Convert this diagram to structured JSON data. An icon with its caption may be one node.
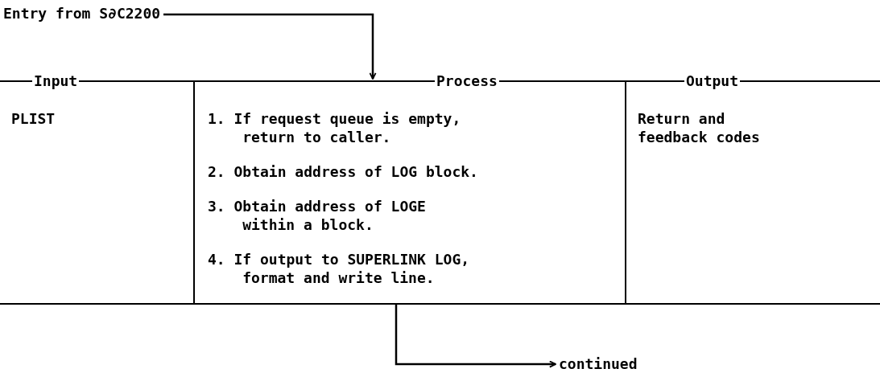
{
  "diagram": {
    "nodes": [
      {
        "text": [
          "Entry from S∂C2200"
        ]
      },
      {
        "text": [
          "Input",
          "PLIST"
        ]
      },
      {
        "text": [
          "Process",
          "1. If request queue is empty, return to caller.",
          "2. Obtain address of LOG block.",
          "3. Obtain address of LOGE within a block.",
          "4. If output to SUPERLINK LOG, format and write line."
        ]
      },
      {
        "text": [
          "Output",
          "Return and feedback codes"
        ]
      },
      {
        "text": [
          "continued"
        ]
      }
    ],
    "edges": [
      {
        "from": 0,
        "to": 2,
        "arrow": "to"
      },
      {
        "from": 2,
        "to": 4,
        "arrow": "to"
      }
    ]
  }
}
